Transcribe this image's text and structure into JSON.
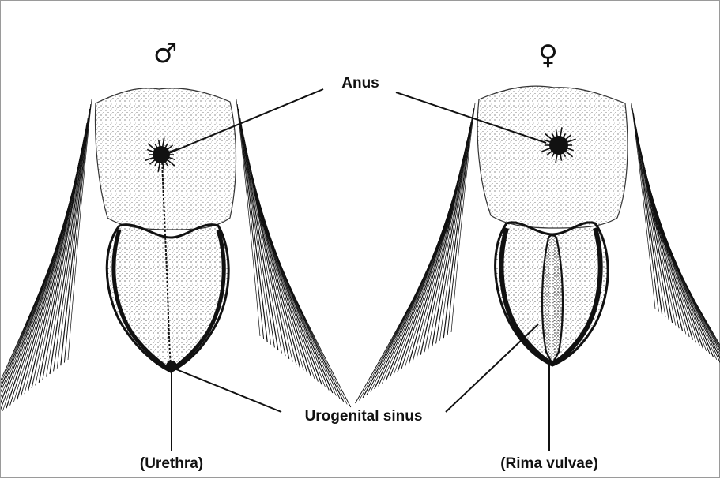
{
  "symbols": {
    "male": "♂",
    "female": "♀"
  },
  "labels": {
    "anus": "Anus",
    "urogenital_sinus": "Urogenital sinus",
    "urethra": "(Urethra)",
    "rima_vulvae": "(Rima vulvae)"
  },
  "colors": {
    "ink": "#111111",
    "background": "#ffffff",
    "border": "#9a9a9a"
  }
}
